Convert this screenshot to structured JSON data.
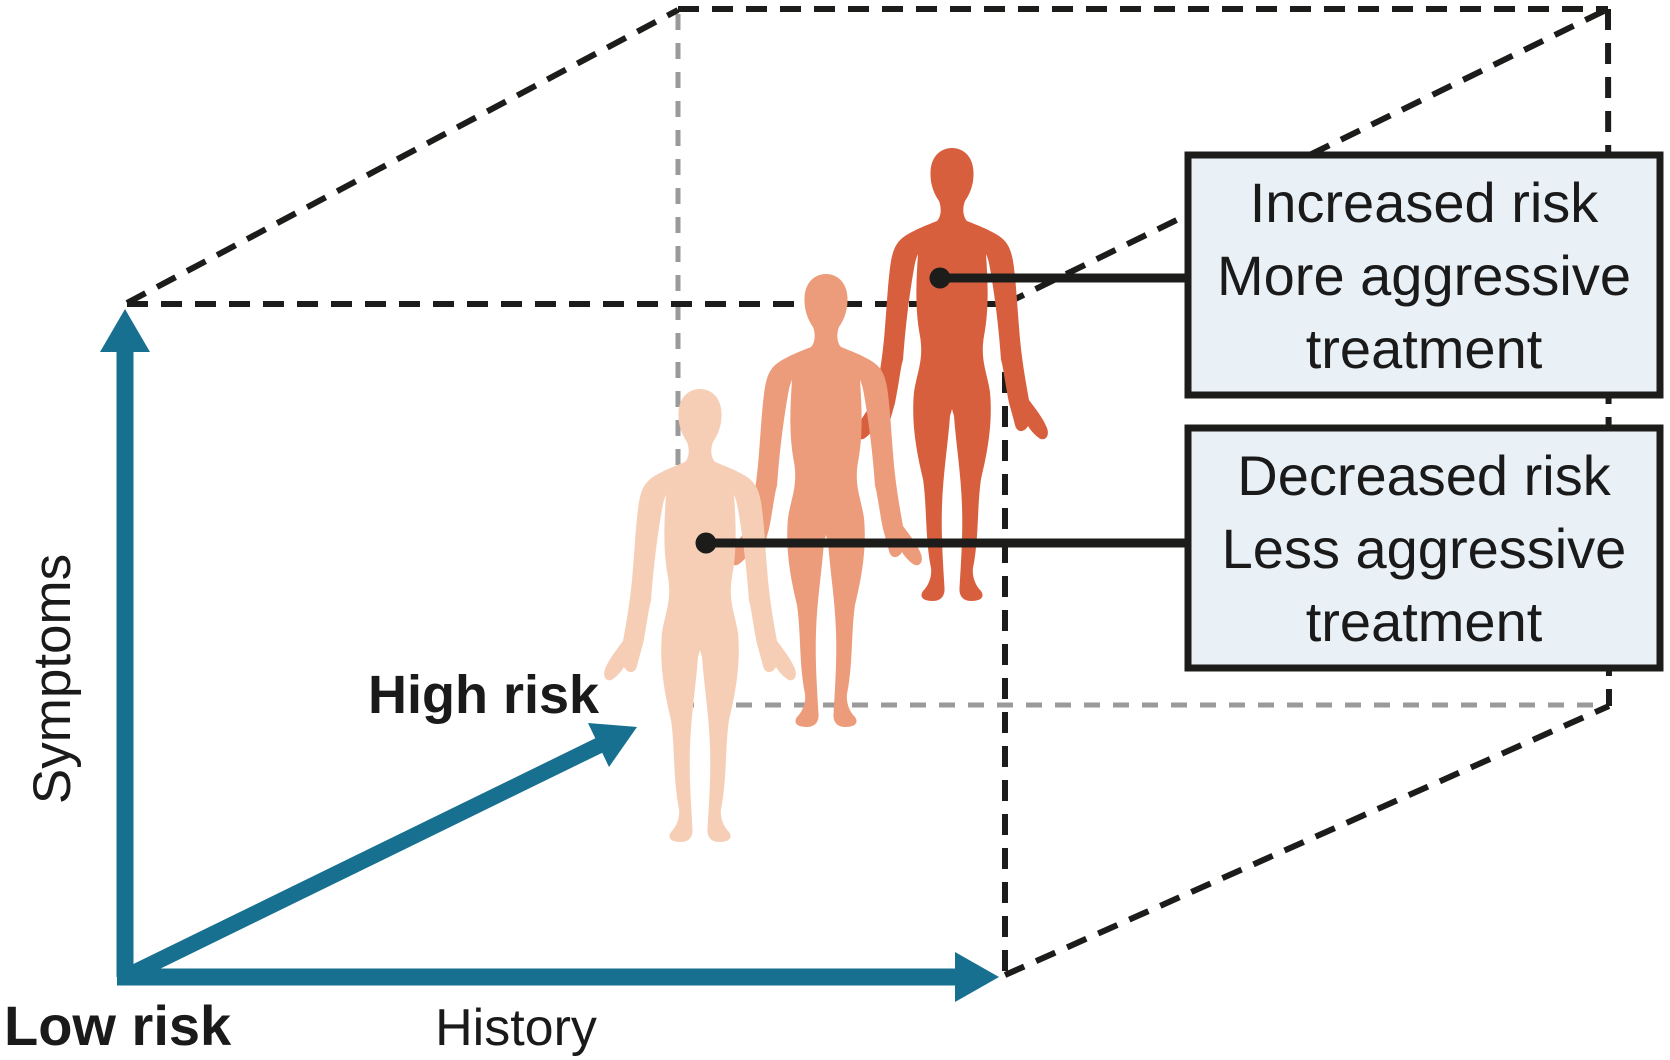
{
  "title": "Risk level cube diagram",
  "colors": {
    "background": "#ffffff",
    "text": "#1a1a1a",
    "line": "#1c1c1a",
    "gray_dash": "#9a9a9a",
    "teal": "#17708f",
    "callout_fill": "#e9f1f7",
    "figure_light": "#f6ceb6",
    "figure_mid": "#ec9c7a",
    "figure_dark": "#d85f3e"
  },
  "axes": {
    "vertical_label": "Symptoms",
    "horizontal_label": "History",
    "depth_label": "High risk",
    "origin_label": "Low risk"
  },
  "callouts": {
    "increased": {
      "lines": [
        "Increased risk",
        "More aggressive",
        "treatment"
      ]
    },
    "decreased": {
      "lines": [
        "Decreased risk",
        "Less aggressive",
        "treatment"
      ]
    }
  },
  "figures": {
    "low": {
      "label": "light silhouette (front, lower risk)",
      "color": "#f6ceb6"
    },
    "medium": {
      "label": "medium silhouette (middle risk)",
      "color": "#ec9c7a"
    },
    "high": {
      "label": "dark silhouette (back, highest risk)",
      "color": "#d85f3e"
    }
  }
}
